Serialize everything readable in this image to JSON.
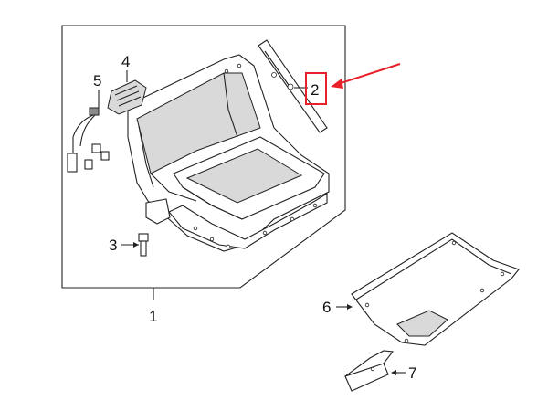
{
  "callouts": [
    {
      "id": "1",
      "label": "1"
    },
    {
      "id": "2",
      "label": "2"
    },
    {
      "id": "3",
      "label": "3"
    },
    {
      "id": "4",
      "label": "4"
    },
    {
      "id": "5",
      "label": "5"
    },
    {
      "id": "6",
      "label": "6"
    },
    {
      "id": "7",
      "label": "7"
    }
  ],
  "highlight": {
    "callout": "2",
    "color": "#e8202a"
  },
  "colors": {
    "line": "#222222",
    "fill": "#ffffff",
    "shade": "#d9d9d9"
  }
}
